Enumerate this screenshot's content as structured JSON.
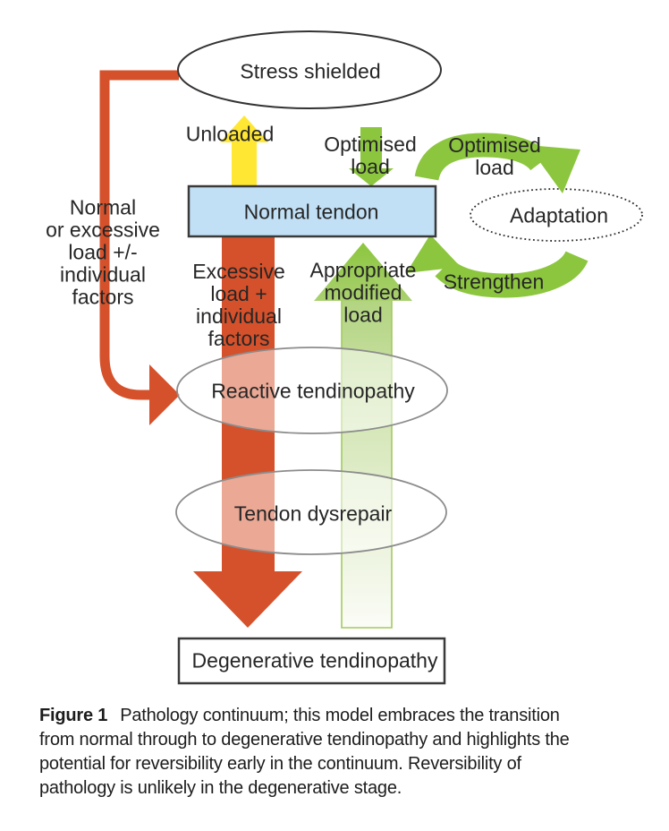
{
  "colors": {
    "red": "#d5512b",
    "yellow": "#ffe733",
    "green": "#8cc63e",
    "green_shaft_top": "#b2d480",
    "green_shaft_mid": "#d8e8bc",
    "green_shaft_bottom": "#fbfcf7",
    "green_shaft_border": "#a3ca5f",
    "green_head_top": "#8cc63e",
    "green_head_bottom": "#a9d06f",
    "blue_fill": "#c1e0f5",
    "box_border": "#3a3a3a",
    "ellipse_stroke_gray": "#8c8c8c",
    "ellipse_stroke_dark": "#333333",
    "text": "#262626"
  },
  "diagram": {
    "stress_shielded": "Stress shielded",
    "unloaded": "Unloaded",
    "optimised_load_down": "Optimised\nload",
    "optimised_load_right": "Optimised\nload",
    "normal_tendon": "Normal tendon",
    "adaptation": "Adaptation",
    "strengthen": "Strengthen",
    "left_note": "Normal\nor excessive\nload +/-\nindividual\nfactors",
    "excessive_load": "Excessive\nload +\nindividual\nfactors",
    "appropriate_load": "Appropriate\nmodified\nload",
    "reactive_tendinopathy": "Reactive tendinopathy",
    "tendon_dysrepair": "Tendon dysrepair",
    "degenerative_tendinopathy": "Degenerative tendinopathy"
  },
  "caption": {
    "figure_label": "Figure 1",
    "text": "Pathology continuum; this model embraces the transition\nfrom normal through to degenerative tendinopathy and highlights the\npotential for reversibility early in the continuum. Reversibility of\npathology is unlikely in the degenerative stage."
  }
}
